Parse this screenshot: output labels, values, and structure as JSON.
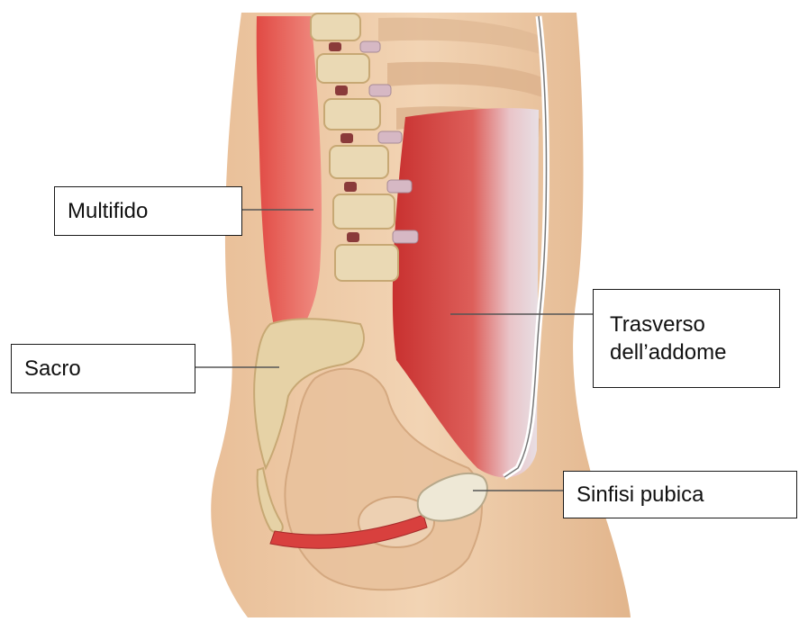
{
  "labels": {
    "multifido": "Multifido",
    "sacro": "Sacro",
    "trasverso": "Trasverso\ndell’addome",
    "sinfisi": "Sinfisi pubica"
  },
  "colors": {
    "skin": "#ecc8a4",
    "skin_shadow": "#d9ad86",
    "muscle": "#d8403e",
    "muscle_light": "#ec7a70",
    "bone": "#ead9b4",
    "bone_shadow": "#c7a874",
    "disc": "#d6b8c4",
    "fascia": "#e6dadd",
    "leader": "#555555"
  }
}
